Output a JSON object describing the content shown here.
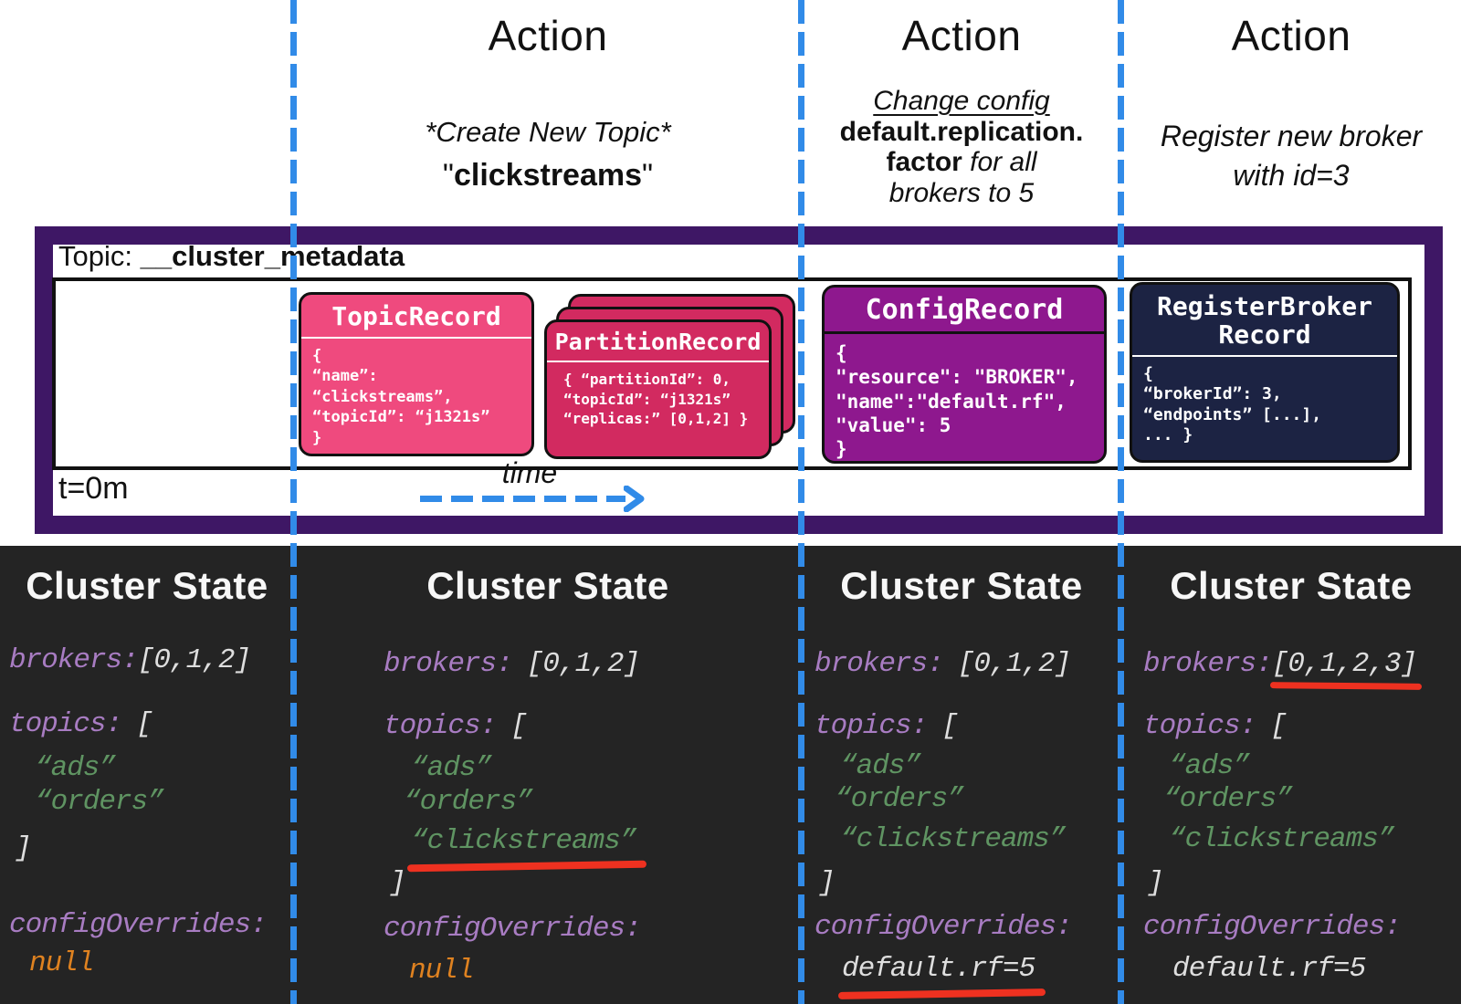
{
  "colors": {
    "accent_blue": "#318BE8",
    "frame_purple": "#3E1765",
    "topic_record_pink": "#EF4A7E",
    "partition_record_crimson": "#D22A60",
    "config_record_magenta": "#8E188E",
    "register_record_navy": "#1C2343",
    "state_bg": "#242424",
    "code_key_purple": "#A87CC2",
    "code_string_green": "#5F9462",
    "code_null_orange": "#DF8220",
    "marker_red": "#EE3120"
  },
  "actions": [
    {
      "heading": "Action",
      "line1": "*Create New Topic*",
      "quote_open": "\"",
      "topic": "clickstreams",
      "quote_close": "\""
    },
    {
      "heading": "Action",
      "line1": "Change config",
      "line2": "default.replication.",
      "line3_bold": "factor",
      "line3_italic": " for all",
      "line4": "brokers to 5"
    },
    {
      "heading": "Action",
      "line1": "Register new broker",
      "line2": "with id=3"
    }
  ],
  "band": {
    "topic_prefix": "Topic:",
    "topic_name": "__cluster_metadata",
    "t_label": "t=0m",
    "time_label": "time"
  },
  "records": [
    {
      "title": "TopicRecord",
      "body": "{\n“name”: “clickstreams”,\n“topicId”: “j1321s”\n}"
    },
    {
      "title": "PartitionRecord",
      "body": "{ “partitionId”: 0,\n“topicId”: “j1321s”\n“replicas:” [0,1,2] }"
    },
    {
      "title": "ConfigRecord",
      "body": "{\n\"resource\": \"BROKER\",\n\"name\":\"default.rf\",\n\"value\": 5\n}"
    },
    {
      "title": "RegisterBroker Record",
      "body": "{\n“brokerId”: 3,\n“endpoints” [...],\n... }"
    }
  ],
  "states": [
    {
      "heading": "Cluster State",
      "brokers_key": "brokers:",
      "brokers_val": "[0,1,2]",
      "topics_key": "topics:",
      "topics_open": "[",
      "topics": [
        "“ads”",
        "“orders”"
      ],
      "topics_close": "]",
      "config_key": "configOverrides:",
      "config_val": "null"
    },
    {
      "heading": "Cluster State",
      "brokers_key": "brokers:",
      "brokers_val": "[0,1,2]",
      "topics_key": "topics:",
      "topics_open": "[",
      "topics": [
        "“ads”",
        "“orders”",
        "“clickstreams”"
      ],
      "topics_close": "]",
      "config_key": "configOverrides:",
      "config_val": "null"
    },
    {
      "heading": "Cluster State",
      "brokers_key": "brokers:",
      "brokers_val": "[0,1,2]",
      "topics_key": "topics:",
      "topics_open": "[",
      "topics": [
        "“ads”",
        "“orders”",
        "“clickstreams”"
      ],
      "topics_close": "]",
      "config_key": "configOverrides:",
      "config_val": "default.rf=5"
    },
    {
      "heading": "Cluster State",
      "brokers_key": "brokers:",
      "brokers_val": "[0,1,2,3]",
      "topics_key": "topics:",
      "topics_open": "[",
      "topics": [
        "“ads”",
        "“orders”",
        "“clickstreams”"
      ],
      "topics_close": "]",
      "config_key": "configOverrides:",
      "config_val": "default.rf=5"
    }
  ]
}
